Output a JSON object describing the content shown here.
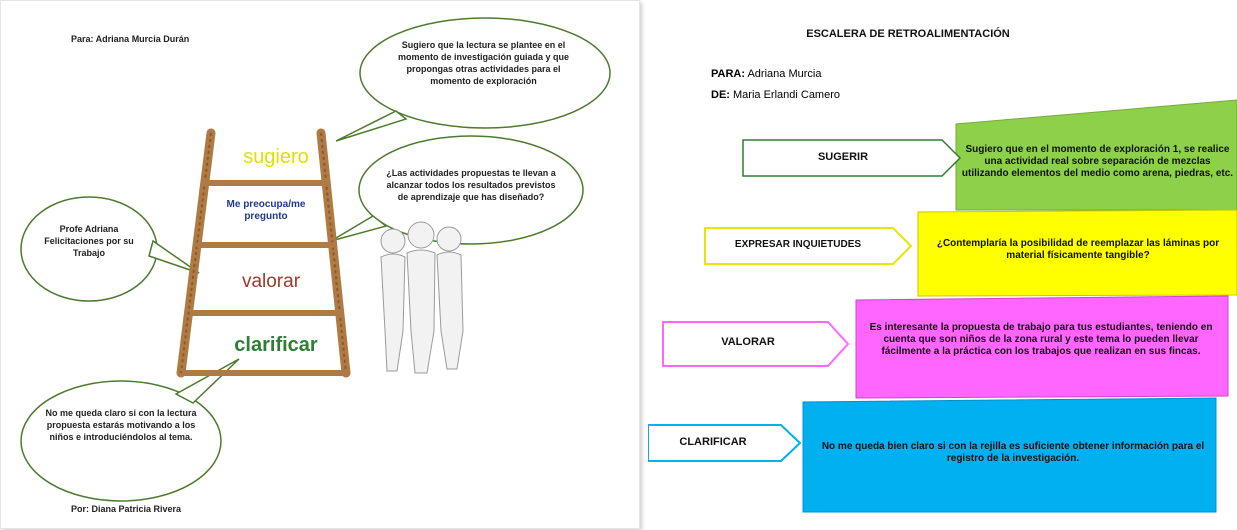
{
  "left": {
    "para": "Para: Adriana Murcia Durán",
    "por": "Por: Diana Patricia Rivera",
    "bubble_top": "Sugiero que la lectura se plantee en el momento de investigación guiada y que propongas otras actividades para el momento de exploración",
    "bubble_mid": "¿Las actividades propuestas te llevan a alcanzar todos los resultados previstos de aprendizaje que has diseñado?",
    "bubble_left": "Profe Adriana Felicitaciones por su Trabajo",
    "bubble_bottom": "No me queda claro si con la lectura propuesta estarás motivando a los niños e introduciéndolos al tema.",
    "steps": {
      "sugiero": "sugiero",
      "preocupa": "Me preocupa/me pregunto",
      "valorar": "valorar",
      "clarificar": "clarificar"
    },
    "colors": {
      "sugiero": "#e0e000",
      "preocupa": "#1f3a8a",
      "valorar": "#a0392b",
      "clarificar": "#2e7d32",
      "bubble_border": "#4e7a2f",
      "rope": "#b07a45"
    }
  },
  "right": {
    "title": "ESCALERA DE RETROALIMENTACIÓN",
    "para_label": "PARA:",
    "para_value": "Adriana Murcia",
    "de_label": "DE:",
    "de_value": "Maria Erlandi Camero",
    "rows": [
      {
        "label": "SUGERIR",
        "text": "Sugiero que en el momento de exploración 1, se realice una actividad real sobre separación de mezclas utilizando elementos del medio como arena, piedras, etc.",
        "color": "#8dd14a"
      },
      {
        "label": "EXPRESAR INQUIETUDES",
        "text": "¿Contemplaría la posibilidad de reemplazar las láminas por material físicamente tangible?",
        "color": "#ffff00"
      },
      {
        "label": "VALORAR",
        "text": "Es interesante la propuesta de trabajo para tus estudiantes, teniendo en cuenta que son niños de la zona rural y este tema  lo pueden llevar fácilmente a la práctica con los trabajos que realizan en sus fincas.",
        "color": "#ff66ff"
      },
      {
        "label": "CLARIFICAR",
        "text": "No me queda bien claro si con la rejilla  es suficiente obtener información para el registro de la investigación.",
        "color": "#00b0f0"
      }
    ]
  }
}
